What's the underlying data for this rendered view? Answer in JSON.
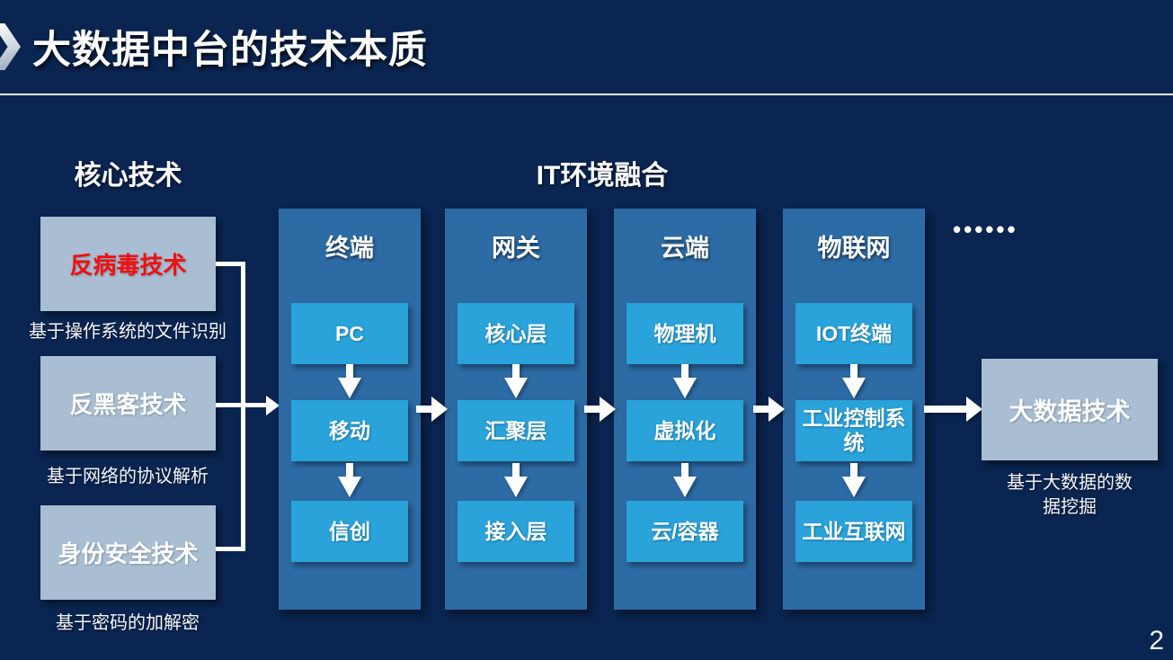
{
  "slide": {
    "title": "大数据中台的技术本质",
    "page_number": "2"
  },
  "colors": {
    "background": "#0a2551",
    "column_panel": "#2d6ba5",
    "node_box": "#2aa2da",
    "light_box": "#a9bed3",
    "highlight_red": "#f01010",
    "line_white": "#ffffff"
  },
  "core_tech": {
    "header": "核心技术",
    "items": [
      {
        "label": "反病毒技术",
        "label_color": "#f01010",
        "caption": "基于操作系统的文件识别"
      },
      {
        "label": "反黑客技术",
        "label_color": "#ffffff",
        "caption": "基于网络的协议解析"
      },
      {
        "label": "身份安全技术",
        "label_color": "#ffffff",
        "caption": "基于密码的加解密"
      }
    ]
  },
  "it_env": {
    "header": "IT环境融合",
    "columns": [
      {
        "title": "终端",
        "items": [
          "PC",
          "移动",
          "信创"
        ]
      },
      {
        "title": "网关",
        "items": [
          "核心层",
          "汇聚层",
          "接入层"
        ]
      },
      {
        "title": "云端",
        "items": [
          "物理机",
          "虚拟化",
          "云/容器"
        ]
      },
      {
        "title": "物联网",
        "items": [
          "IOT终端",
          "工业控制系统",
          "工业互联网"
        ]
      }
    ],
    "ellipsis": "••••••"
  },
  "bigdata": {
    "label": "大数据技术",
    "caption": "基于大数据的数据挖掘"
  }
}
